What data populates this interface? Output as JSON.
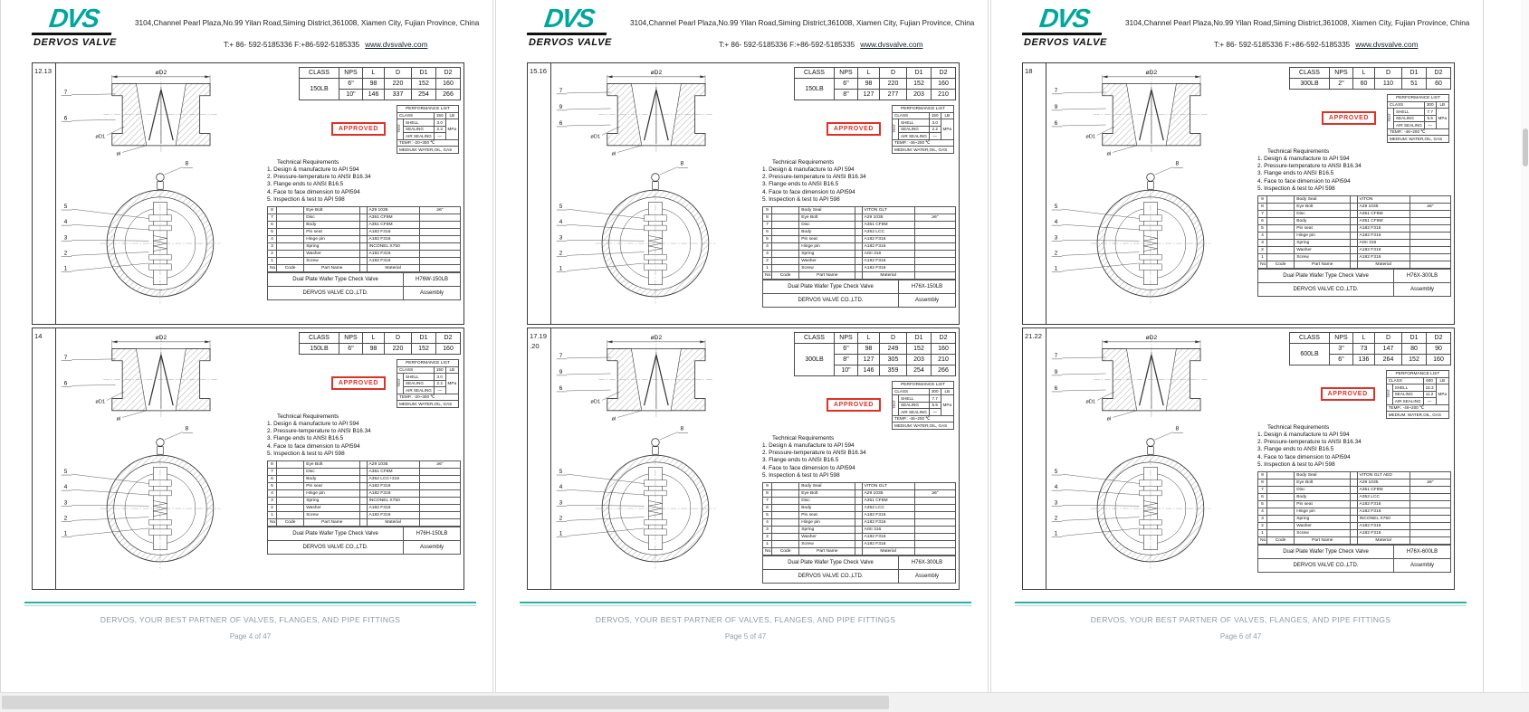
{
  "header": {
    "logo": "DVS",
    "logo_caption": "DERVOS VALVE",
    "address": "3104,Channel Pearl Plaza,No.99 Yilan Road,Siming District,361008, Xiamen City, Fujian Province, China",
    "phone": "T:+ 86- 592-5185336 F:+86-592-5185335",
    "website": "www.dvsvalve.com"
  },
  "footer": {
    "tagline": "DERVOS, YOUR BEST PARTNER OF VALVES, FLANGES, AND PIPE FITTINGS"
  },
  "stamp": "APPROVED",
  "colors": {
    "brand_teal": "#00A79D",
    "stamp_red": "#E03127",
    "footer_text": "#8C9AA6"
  },
  "tables": {
    "dims_headers": [
      "CLASS",
      "NPS",
      "L",
      "D",
      "D1",
      "D2"
    ],
    "bom_footer": {
      "no": "No.",
      "code": "Code",
      "part": "Part Name",
      "material": "Material"
    },
    "title_block": {
      "valve_name": "Dual Plate Wafer Type Check Valve",
      "company": "DERVOS VALVE CO.,LTD.",
      "sheet": "Assembly"
    }
  },
  "performance_labels": {
    "title": "PERFORMANCE LIST",
    "class": "CLASS",
    "test": "TEST",
    "shell": "SHELL",
    "sealing": "SEALING",
    "air": "AIR SEALING",
    "air_value": "—",
    "unit": "MPa"
  },
  "tech_requirements": {
    "title": "Technical Requirements",
    "items": [
      "1. Design & manufacture to API 594",
      "2. Pressure-temperature to ANSI B16.34",
      "3. Flange ends to ANSI B16.5",
      "4. Face to face dimension to API594",
      "5. Inspection & test to API 598"
    ]
  },
  "dim_labels": {
    "d2": "øD2",
    "d1": "øD1",
    "bore": "øl"
  },
  "pages": [
    {
      "page_number": "Page 4 of 47",
      "drawings": [
        {
          "margin_labels": [
            "12.13"
          ],
          "dims": {
            "class": "150LB",
            "rows": [
              [
                "6\"",
                "98",
                "220",
                "152",
                "160"
              ],
              [
                "10\"",
                "146",
                "337",
                "254",
                "266"
              ]
            ]
          },
          "performance": {
            "class_value": "150",
            "class_unit": "LB",
            "shell": "3.0",
            "sealing": "2.2",
            "temp": "TEMP.: -20~300 ℃",
            "medium": "MEDIUM: WATER,OIL, GAS"
          },
          "bom": [
            [
              "8",
              "Eye Bolt",
              "A29 1035",
              "≥6\""
            ],
            [
              "7",
              "Disc",
              "A351 CF8M",
              ""
            ],
            [
              "6",
              "Body",
              "A351 CF8M",
              ""
            ],
            [
              "5",
              "Pin seat",
              "A182 F316",
              ""
            ],
            [
              "4",
              "Hinge pin",
              "A182 F316",
              ""
            ],
            [
              "3",
              "Spring",
              "INCONEL X750",
              ""
            ],
            [
              "2",
              "Washer",
              "A182 F316",
              ""
            ],
            [
              "1",
              "Screw",
              "A182 F316",
              ""
            ]
          ],
          "model": "H76W-150LB",
          "callouts": {
            "upper": [
              "7",
              "6"
            ],
            "lower": [
              "5",
              "4",
              "3",
              "2",
              "1"
            ],
            "eye": "8"
          }
        },
        {
          "margin_labels": [
            "14"
          ],
          "dims": {
            "class": "150LB",
            "rows": [
              [
                "6\"",
                "98",
                "220",
                "152",
                "160"
              ]
            ]
          },
          "performance": {
            "class_value": "150",
            "class_unit": "LB",
            "shell": "3.0",
            "sealing": "2.2",
            "temp": "TEMP.: -20~300 ℃",
            "medium": "MEDIUM: WATER,OIL, GAS"
          },
          "bom": [
            [
              "8",
              "Eye Bolt",
              "A29 1035",
              "≥6\""
            ],
            [
              "7",
              "Disc",
              "A351 CF8M",
              ""
            ],
            [
              "6",
              "Body",
              "A352 LCC+316",
              ""
            ],
            [
              "5",
              "Pin seat",
              "A182 F316",
              ""
            ],
            [
              "4",
              "Hinge pin",
              "A182 F316",
              ""
            ],
            [
              "3",
              "Spring",
              "INCONEL X750",
              ""
            ],
            [
              "2",
              "Washer",
              "A182 F316",
              ""
            ],
            [
              "1",
              "Screw",
              "A182 F316",
              ""
            ]
          ],
          "model": "H76H-150LB",
          "callouts": {
            "upper": [
              "7",
              "6"
            ],
            "lower": [
              "5",
              "4",
              "3",
              "2",
              "1"
            ],
            "eye": "8"
          }
        }
      ]
    },
    {
      "page_number": "Page 5 of 47",
      "drawings": [
        {
          "margin_labels": [
            "15.16"
          ],
          "dims": {
            "class": "150LB",
            "rows": [
              [
                "6\"",
                "98",
                "220",
                "152",
                "160"
              ],
              [
                "8\"",
                "127",
                "277",
                "203",
                "210"
              ]
            ]
          },
          "performance": {
            "class_value": "150",
            "class_unit": "LB",
            "shell": "3.0",
            "sealing": "2.2",
            "temp": "TEMP.: -46~200 ℃",
            "medium": "MEDIUM: WATER,OIL, GAS"
          },
          "bom": [
            [
              "9",
              "Body Seal",
              "VITON GLT",
              ""
            ],
            [
              "8",
              "Eye Bolt",
              "A29 1035",
              "≥6\""
            ],
            [
              "7",
              "Disc",
              "A351 CF8M",
              ""
            ],
            [
              "6",
              "Body",
              "A352 LCC",
              ""
            ],
            [
              "5",
              "Pin seat",
              "A182 F316",
              ""
            ],
            [
              "4",
              "Hinge pin",
              "A182 F316",
              ""
            ],
            [
              "3",
              "Spring",
              "AISI 316",
              ""
            ],
            [
              "2",
              "Washer",
              "A182 F316",
              ""
            ],
            [
              "1",
              "Screw",
              "A182 F316",
              ""
            ]
          ],
          "model": "H76X-150LB",
          "callouts": {
            "upper": [
              "7",
              "9",
              "6"
            ],
            "lower": [
              "5",
              "4",
              "3",
              "2",
              "1"
            ],
            "eye": "8"
          }
        },
        {
          "margin_labels": [
            "17.19",
            ".20"
          ],
          "dims": {
            "class": "300LB",
            "rows": [
              [
                "6\"",
                "98",
                "249",
                "152",
                "160"
              ],
              [
                "8\"",
                "127",
                "305",
                "203",
                "210"
              ],
              [
                "10\"",
                "146",
                "359",
                "254",
                "266"
              ]
            ]
          },
          "performance": {
            "class_value": "300",
            "class_unit": "LB",
            "shell": "7.7",
            "sealing": "5.5",
            "temp": "TEMP.: -46~200 ℃",
            "medium": "MEDIUM: WATER,OIL, GAS"
          },
          "bom": [
            [
              "9",
              "Body Seal",
              "VITON GLT",
              ""
            ],
            [
              "8",
              "Eye Bolt",
              "A29 1035",
              "≥6\""
            ],
            [
              "7",
              "Disc",
              "A351 CF8M",
              ""
            ],
            [
              "6",
              "Body",
              "A352 LCC",
              ""
            ],
            [
              "5",
              "Pin seat",
              "A182 F316",
              ""
            ],
            [
              "4",
              "Hinge pin",
              "A182 F316",
              ""
            ],
            [
              "3",
              "Spring",
              "AISI 316",
              ""
            ],
            [
              "2",
              "Washer",
              "A182 F316",
              ""
            ],
            [
              "1",
              "Screw",
              "A182 F316",
              ""
            ]
          ],
          "model": "H76X-300LB",
          "callouts": {
            "upper": [
              "7",
              "9",
              "6"
            ],
            "lower": [
              "5",
              "4",
              "3",
              "2",
              "1"
            ],
            "eye": "8"
          }
        }
      ]
    },
    {
      "page_number": "Page 6 of 47",
      "drawings": [
        {
          "margin_labels": [
            "18"
          ],
          "dims": {
            "class": "300LB",
            "rows": [
              [
                "2\"",
                "60",
                "110",
                "51",
                "60"
              ]
            ]
          },
          "performance": {
            "class_value": "300",
            "class_unit": "LB",
            "shell": "7.7",
            "sealing": "5.5",
            "temp": "TEMP.: -46~200 ℃",
            "medium": "MEDIUM: WATER,OIL, GAS"
          },
          "bom": [
            [
              "9",
              "Body Seal",
              "VITON",
              ""
            ],
            [
              "8",
              "Eye Bolt",
              "A29 1035",
              "≥6\""
            ],
            [
              "7",
              "Disc",
              "A351 CF8M",
              ""
            ],
            [
              "6",
              "Body",
              "A351 CF8M",
              ""
            ],
            [
              "5",
              "Pin seat",
              "A182 F316",
              ""
            ],
            [
              "4",
              "Hinge pin",
              "A182 F316",
              ""
            ],
            [
              "3",
              "Spring",
              "AISI 316",
              ""
            ],
            [
              "2",
              "Washer",
              "A182 F316",
              ""
            ],
            [
              "1",
              "Screw",
              "A182 F316",
              ""
            ]
          ],
          "model": "H76X-300LB",
          "callouts": {
            "upper": [
              "7",
              "9",
              "6"
            ],
            "lower": [
              "5",
              "4",
              "3",
              "2",
              "1"
            ],
            "eye": "8"
          }
        },
        {
          "margin_labels": [
            "21.22"
          ],
          "dims": {
            "class": "600LB",
            "rows": [
              [
                "3\"",
                "73",
                "147",
                "80",
                "90"
              ],
              [
                "6\"",
                "136",
                "264",
                "152",
                "160"
              ]
            ]
          },
          "performance": {
            "class_value": "600",
            "class_unit": "LB",
            "shell": "15.3",
            "sealing": "11.2",
            "temp": "TEMP.: -46~200 ℃",
            "medium": "MEDIUM: WATER,OIL, GAS"
          },
          "bom": [
            [
              "9",
              "Body Seal",
              "VITON GLT AED",
              ""
            ],
            [
              "8",
              "Eye Bolt",
              "A29 1035",
              "≥6\""
            ],
            [
              "7",
              "Disc",
              "A351 CF8M",
              ""
            ],
            [
              "6",
              "Body",
              "A352 LCC",
              ""
            ],
            [
              "5",
              "Pin seat",
              "A182 F316",
              ""
            ],
            [
              "4",
              "Hinge pin",
              "A182 F316",
              ""
            ],
            [
              "3",
              "Spring",
              "INCONEL X750",
              ""
            ],
            [
              "2",
              "Washer",
              "A182 F316",
              ""
            ],
            [
              "1",
              "Screw",
              "A182 F316",
              ""
            ]
          ],
          "model": "H76X-600LB",
          "callouts": {
            "upper": [
              "7",
              "9",
              "6"
            ],
            "lower": [
              "5",
              "4",
              "3",
              "2",
              "1"
            ],
            "eye": "8"
          }
        }
      ]
    }
  ]
}
